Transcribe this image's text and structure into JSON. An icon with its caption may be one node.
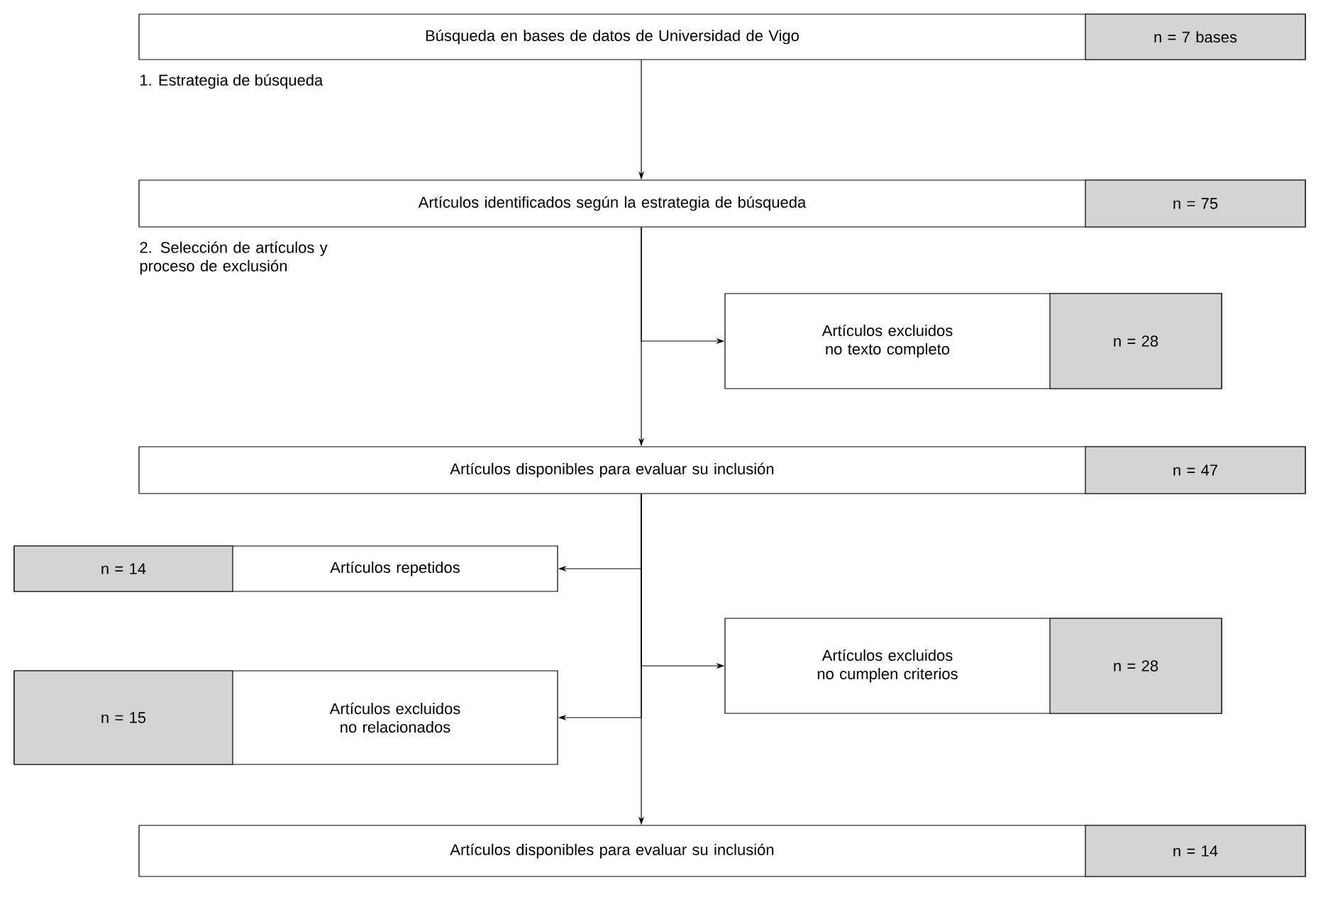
{
  "diagram": {
    "nodes": [
      {
        "text": [
          "Búsqueda en bases de datos de Universidad de Vigo",
          "n = 7 bases"
        ]
      },
      {
        "text": [
          "Artículos identificados según la estrategia de búsqueda",
          "n = 75"
        ]
      },
      {
        "text": [
          "Artículos excluidos no texto completo",
          "n = 28"
        ]
      },
      {
        "text": [
          "Artículos disponibles para evaluar su inclusión",
          "n = 47"
        ]
      },
      {
        "text": [
          "n = 14",
          "Artículos repetidos"
        ]
      },
      {
        "text": [
          "Artículos excluidos no cumplen criterios",
          "n = 28"
        ]
      },
      {
        "text": [
          "n = 15",
          "Artículos excluidos no relacionados"
        ]
      },
      {
        "text": [
          "Artículos disponibles para evaluar su inclusión",
          "n = 14"
        ]
      }
    ],
    "edges": [
      {
        "from": 0,
        "to": 1,
        "arrow": "to"
      },
      {
        "from": 1,
        "to": 2,
        "arrow": "to"
      },
      {
        "from": 1,
        "to": 3,
        "arrow": "to"
      },
      {
        "from": 3,
        "to": 4,
        "arrow": "to"
      },
      {
        "from": 3,
        "to": 5,
        "arrow": "to"
      },
      {
        "from": 3,
        "to": 6,
        "arrow": "to"
      },
      {
        "from": 3,
        "to": 7,
        "arrow": "to"
      }
    ],
    "labels": [
      "1. Estrategia de búsqueda",
      "2. Selección de artículos y proceso de exclusión"
    ]
  }
}
